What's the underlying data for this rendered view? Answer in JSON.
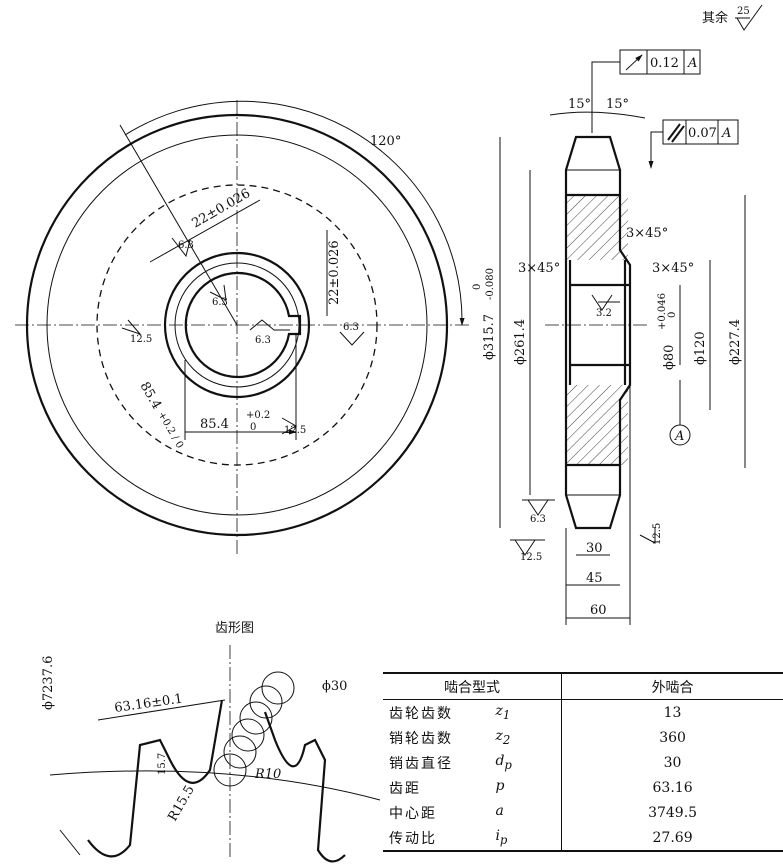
{
  "surface_note": {
    "label": "其余",
    "roughness": "25"
  },
  "front_view": {
    "angle": "120°",
    "keyway_width": "22±0.026",
    "keyway_depth_tol": "22±0.026",
    "dim_85_slant": "85.4",
    "dim_85_slant_tol": "+0.2 / 0",
    "dim_85_horiz": "85.4",
    "dim_85_horiz_tol_upper": "+0.2",
    "dim_85_horiz_tol_lower": "0",
    "roughness_values": [
      "6.3",
      "6.3",
      "12.5",
      "6.3",
      "6.3",
      "12.5"
    ]
  },
  "section_view": {
    "runout_tol": {
      "value": "0.12",
      "datum": "A"
    },
    "parallel_tol": {
      "value": "0.07",
      "datum": "A"
    },
    "angle_left": "15°",
    "angle_right": "15°",
    "chamfers": [
      "3×45°",
      "3×45°",
      "3×45°"
    ],
    "dia_outer": "ϕ315.7",
    "dia_outer_tol_upper": "0",
    "dia_outer_tol_lower": "-0.080",
    "dia_root": "ϕ261.4",
    "dia_bore": "ϕ80",
    "dia_bore_tol_upper": "+0.046",
    "dia_bore_tol_lower": "0",
    "dia_hub": "ϕ120",
    "dia_web": "ϕ227.4",
    "roughness_bore": "3.2",
    "roughness_values": [
      "6.3",
      "12.5",
      "12.5"
    ],
    "datum": "A",
    "width_30": "30",
    "width_45": "45",
    "width_60": "60"
  },
  "tooth_profile": {
    "title": "齿形图",
    "dia_pitch": "ϕ7237.6",
    "pitch": "63.16±0.1",
    "pin_dia": "ϕ30",
    "r10": "R10",
    "r15": "R15.5",
    "depth": "15.7"
  },
  "mesh_table": {
    "header": [
      "啮合型式",
      "外啮合"
    ],
    "rows": [
      {
        "name": "齿轮齿数",
        "symbol": "z",
        "sub": "1",
        "value": "13"
      },
      {
        "name": "销轮齿数",
        "symbol": "z",
        "sub": "2",
        "value": "360"
      },
      {
        "name": "销齿直径",
        "symbol": "d",
        "sub": "p",
        "value": "30"
      },
      {
        "name": "齿距",
        "symbol": "p",
        "sub": "",
        "value": "63.16"
      },
      {
        "name": "中心距",
        "symbol": "a",
        "sub": "",
        "value": "3749.5"
      },
      {
        "name": "传动比",
        "symbol": "i",
        "sub": "p",
        "value": "27.69"
      }
    ]
  }
}
